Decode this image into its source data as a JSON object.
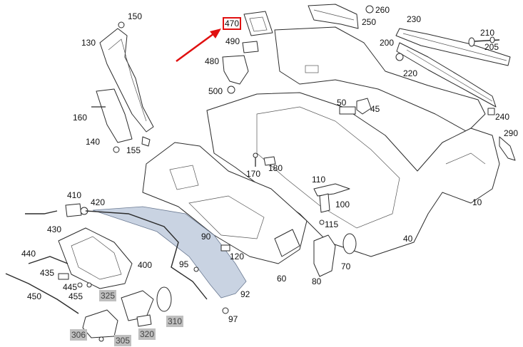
{
  "labels": {
    "l10": "10",
    "l40": "40",
    "l45": "45",
    "l50": "50",
    "l60": "60",
    "l70": "70",
    "l80": "80",
    "l90": "90",
    "l92": "92",
    "l95": "95",
    "l97": "97",
    "l100": "100",
    "l110": "110",
    "l115": "115",
    "l120": "120",
    "l130": "130",
    "l140": "140",
    "l150": "150",
    "l155": "155",
    "l160": "160",
    "l170": "170",
    "l180": "180",
    "l200": "200",
    "l205": "205",
    "l210": "210",
    "l220": "220",
    "l230": "230",
    "l240": "240",
    "l250": "250",
    "l260": "260",
    "l290": "290",
    "l305": "305",
    "l306": "306",
    "l310": "310",
    "l320": "320",
    "l325": "325",
    "l400": "400",
    "l410": "410",
    "l420": "420",
    "l430": "430",
    "l435": "435",
    "l440": "440",
    "l445": "445",
    "l450": "450",
    "l455": "455",
    "l470": "470",
    "l480": "480",
    "l490": "490",
    "l500": "500"
  },
  "highlight": {
    "part": "470",
    "color": "#e01010"
  },
  "colors": {
    "line": "#2b2b2b",
    "diffuser": "#c9d3e2",
    "shaded_label_bg": "#bfbfbf"
  }
}
